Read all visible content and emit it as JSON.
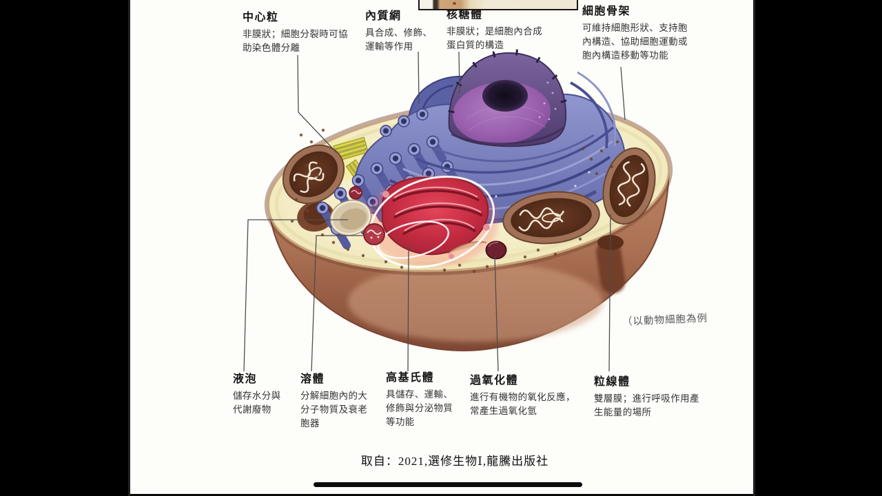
{
  "top_labels": [
    {
      "title": "中心粒",
      "desc": "非膜狀；細胞分裂時可協\n助染色體分離"
    },
    {
      "title": "內質網",
      "desc": "具合成、修飾、\n運輸等作用"
    },
    {
      "title": "核糖體",
      "desc": "非膜狀；是細胞內合成\n蛋白質的構造"
    },
    {
      "title": "細胞骨架",
      "desc": "可維持細胞形狀、支持胞\n內構造、協助細胞運動或\n胞內構造移動等功能"
    }
  ],
  "bottom_labels": [
    {
      "title": "液泡",
      "desc": "儲存水分與\n代謝廢物"
    },
    {
      "title": "溶體",
      "desc": "分解細胞內的大\n分子物質及衰老\n胞器"
    },
    {
      "title": "高基氏體",
      "desc": "具儲存、運輸、\n修飾與分泌物質\n等功能"
    },
    {
      "title": "過氧化體",
      "desc": "進行有機物的氧化反應，\n常產生過氧化氫"
    },
    {
      "title": "粒線體",
      "desc": "雙層膜；進行呼吸作用產\n生能量的場所"
    }
  ],
  "side_note": "（以動物細胞為例",
  "citation": "取自：2021,選修生物Ⅰ,龍騰出版社",
  "colors": {
    "letterbox_bar": "#000000",
    "cell_surface": "#f3ecc4",
    "cell_body": "#a96f53",
    "nucleus": "#8a55a2",
    "nucleolus": "#1d1526",
    "endoplasmic_reticulum": "#7c82c2",
    "golgi_apparatus": "#c23447",
    "mitochondrion": "#5a3420",
    "centriole": "#dbd64e",
    "lysosome": "#b23a48",
    "peroxisome": "#6e2130",
    "vacuole": "#d8c9ab"
  }
}
